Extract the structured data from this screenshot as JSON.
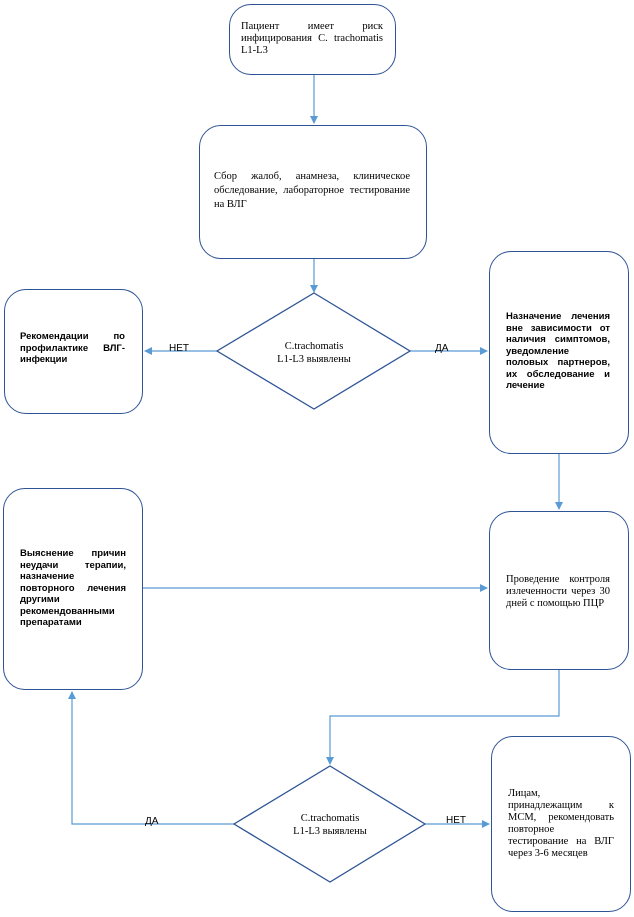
{
  "nodes": {
    "start": "Пациент имеет риск инфицирования C. trachomatis L1-L3",
    "collect": "Сбор жалоб, анамнеза, клиническое обследование, лабораторное тестирование на ВЛГ",
    "decision1_line1": "C.trachomatis",
    "decision1_line2": "L1-L3 выявлены",
    "prevention": "Рекомендации по профилактике ВЛГ-инфекции",
    "treatment": "Назначение лечения вне зависимости от наличия симптомов, уведомление половых партнеров, их обследование и лечение",
    "failure": "Выяснение причин неудачи терапии, назначение повторного лечения другими рекомендованными препаратами",
    "control": "Проведение контроля излеченности через 30 дней с помощью ПЦР",
    "decision2_line1": "C.trachomatis",
    "decision2_line2": "L1-L3 выявлены",
    "msm": "Лицам, принадлежащим к МСМ, рекомендовать повторное тестирование на ВЛГ через 3-6 месяцев"
  },
  "edges": {
    "d1_no": "НЕТ",
    "d1_yes": "ДА",
    "d2_yes": "ДА",
    "d2_no": "НЕТ"
  },
  "colors": {
    "line": "#5b9bd5",
    "border": "#2f5496"
  }
}
